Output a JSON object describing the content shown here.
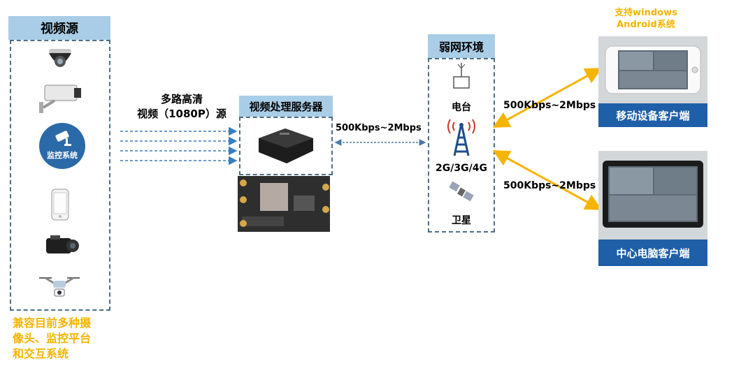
{
  "source": {
    "title": "视频源",
    "monitor_label": "监控系统",
    "caption_lines": [
      "兼容目前多种摄",
      "像头、监控平台",
      "和交互系统"
    ]
  },
  "input_label_lines": [
    "多路高清",
    "视频（1080P）源"
  ],
  "server": {
    "title": "视频处理服务器"
  },
  "server_link_rate": "500Kbps~2Mbps",
  "network": {
    "title": "弱网环境",
    "items": [
      "电台",
      "2G/3G/4G",
      "卫星"
    ]
  },
  "clients": {
    "support_note_lines": [
      "支持windows",
      "Android系统"
    ],
    "mobile_label": "移动设备客户端",
    "pc_label": "中心电脑客户端",
    "mobile_rate": "500Kbps~2Mbps",
    "pc_rate": "500Kbps~2Mbps"
  },
  "colors": {
    "title_bg": "#a9cde6",
    "client_bg": "#1f5fa8",
    "accent": "#f5b400",
    "dashed": "#4a6f86"
  }
}
